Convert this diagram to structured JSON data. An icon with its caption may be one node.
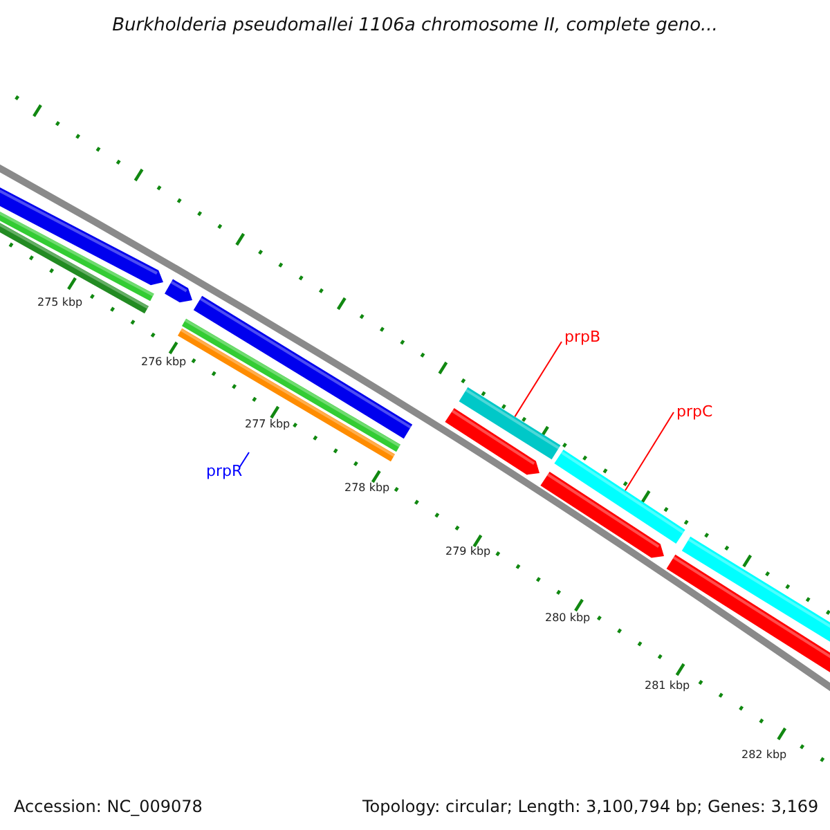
{
  "diagram": {
    "title": "Burkholderia pseudomallei 1106a chromosome II, complete geno...",
    "nodes": [
      {
        "text": [
          "prpB"
        ]
      },
      {
        "text": [],
        "shape": "bar"
      },
      {
        "text": [
          "prpC"
        ]
      },
      {
        "text": [],
        "shape": "bar"
      },
      {
        "text": [
          "prpR"
        ]
      }
    ],
    "edges": [
      {
        "from": 0,
        "to": 1,
        "arrow": "none"
      },
      {
        "from": 2,
        "to": 3,
        "arrow": "none"
      },
      {
        "from": 4,
        "to": null,
        "arrow": "none",
        "color": "#0000ff"
      }
    ],
    "labels": [
      "275 kbp",
      "276 kbp",
      "277 kbp",
      "278 kbp",
      "279 kbp",
      "280 kbp",
      "281 kbp",
      "282 kbp",
      "Accession: NC_009078",
      "Topology: circular; Length: 3,100,794 bp; Genes: 3,169"
    ]
  }
}
